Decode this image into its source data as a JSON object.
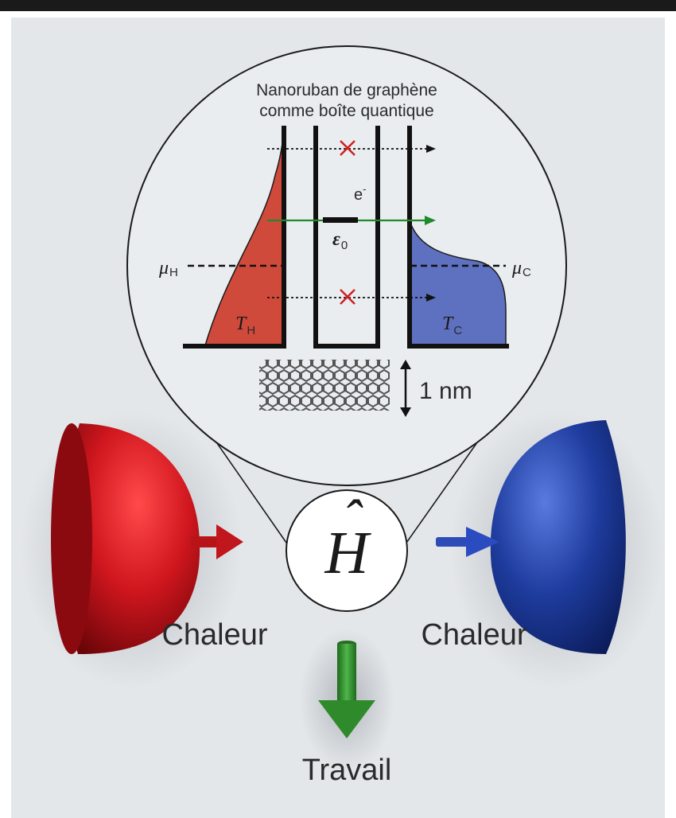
{
  "inset_title_line1": "Nanoruban de graphène",
  "inset_title_line2": "comme boîte quantique",
  "electron_label": "e",
  "electron_sup": "-",
  "energy_level_symbol": "ε",
  "energy_level_sub": "0",
  "mu_hot_symbol": "μ",
  "mu_hot_sub": "H",
  "mu_cold_symbol": "μ",
  "mu_cold_sub": "C",
  "temp_hot_symbol": "T",
  "temp_hot_sub": "H",
  "temp_cold_symbol": "T",
  "temp_cold_sub": "C",
  "scale_label": "1 nm",
  "hamiltonian_symbol": "H",
  "hamiltonian_hat": "ˆ",
  "heat_left_label": "Chaleur",
  "heat_right_label": "Chaleur",
  "work_label": "Travail",
  "colors": {
    "hot": "#d04a3c",
    "hot_reservoir": "#c4141c",
    "cold": "#5e71c0",
    "cold_reservoir": "#1a3590",
    "transport": "#1e8a2c",
    "work_arrow": "#2e8a2a",
    "blocked": "#d02020",
    "background": "#e4e7ea"
  }
}
